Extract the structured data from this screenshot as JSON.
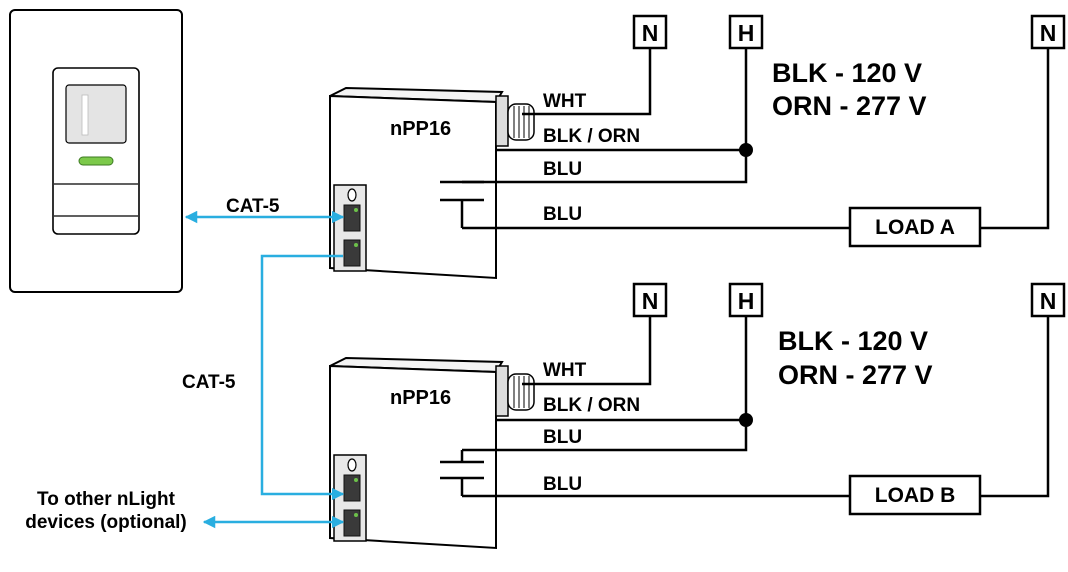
{
  "controller_panel": {
    "led_color": "#7cc94a"
  },
  "cat5_links": {
    "top_label": "CAT-5",
    "middle_label": "CAT-5",
    "color": "#29aee0"
  },
  "other_devices": {
    "line1": "To other nLight",
    "line2": "devices (optional)"
  },
  "packs": [
    {
      "model": "nPP16",
      "wires": {
        "wht": "WHT",
        "blk_orn": "BLK / ORN",
        "blu1": "BLU",
        "blu2": "BLU"
      },
      "voltage": {
        "line1": "BLK - 120 V",
        "line2": "ORN - 277 V"
      },
      "terminals": {
        "neutral": "N",
        "hot": "H",
        "load_neutral": "N"
      },
      "load": "LOAD A"
    },
    {
      "model": "nPP16",
      "wires": {
        "wht": "WHT",
        "blk_orn": "BLK / ORN",
        "blu1": "BLU",
        "blu2": "BLU"
      },
      "voltage": {
        "line1": "BLK - 120 V",
        "line2": "ORN - 277 V"
      },
      "terminals": {
        "neutral": "N",
        "hot": "H",
        "load_neutral": "N"
      },
      "load": "LOAD B"
    }
  ]
}
